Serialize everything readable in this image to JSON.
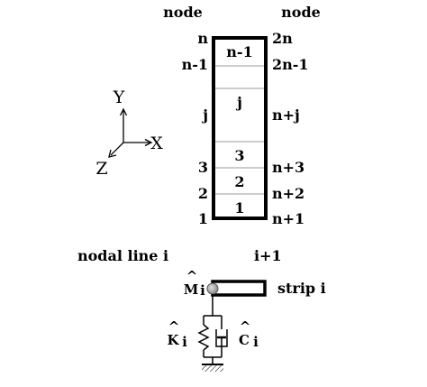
{
  "headers": {
    "left": "node",
    "right": "node"
  },
  "left_nodes": {
    "n": "n",
    "n_minus_1": "n-1",
    "j": "j",
    "three": "3",
    "two": "2",
    "one": "1"
  },
  "right_nodes": {
    "two_n": "2n",
    "two_n_minus_1": "2n-1",
    "n_plus_j": "n+j",
    "n_plus_3": "n+3",
    "n_plus_2": "n+2",
    "n_plus_1": "n+1"
  },
  "strips": {
    "n_minus_1": "n-1",
    "j": "j",
    "three": "3",
    "two": "2",
    "one": "1"
  },
  "axes": {
    "y": "Y",
    "x": "X",
    "z": "Z"
  },
  "bottom": {
    "nodal_line": "nodal line i",
    "i_plus_1": "i+1",
    "mass_hat": "^",
    "mass_M": "M",
    "mass_sub": "i",
    "strip_label": "strip i",
    "k_hat": "^",
    "k_K": "K",
    "k_sub": "i",
    "c_hat": "^",
    "c_C": "C",
    "c_sub": "i"
  },
  "colors": {
    "stroke": "#000000",
    "mass_fill": "#b4b4b4",
    "divider": "#999999"
  }
}
